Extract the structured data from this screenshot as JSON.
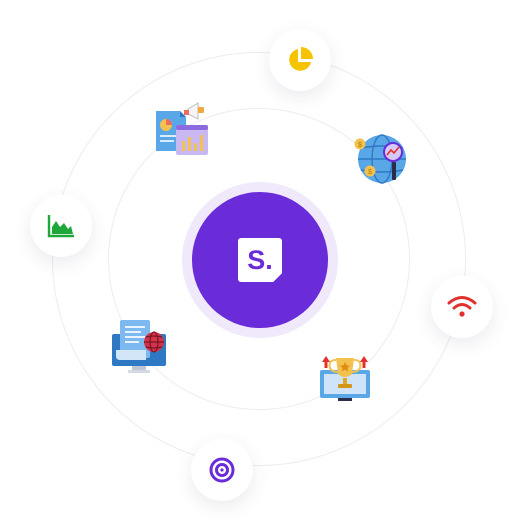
{
  "brand": {
    "logo_text": "S.",
    "primary_color": "#6a2bd9",
    "halo_color": "#efe9fb"
  },
  "orbit_icons": [
    {
      "name": "pie-chart-icon",
      "color": "#f5c400"
    },
    {
      "name": "area-chart-icon",
      "color": "#1fa83a"
    },
    {
      "name": "wifi-icon",
      "color": "#e2312d"
    },
    {
      "name": "target-icon",
      "color": "#6a2bd9"
    }
  ],
  "illustrations": [
    {
      "name": "report-dashboard-illustration"
    },
    {
      "name": "globe-finance-illustration"
    },
    {
      "name": "web-document-illustration"
    },
    {
      "name": "trophy-screen-illustration"
    }
  ]
}
